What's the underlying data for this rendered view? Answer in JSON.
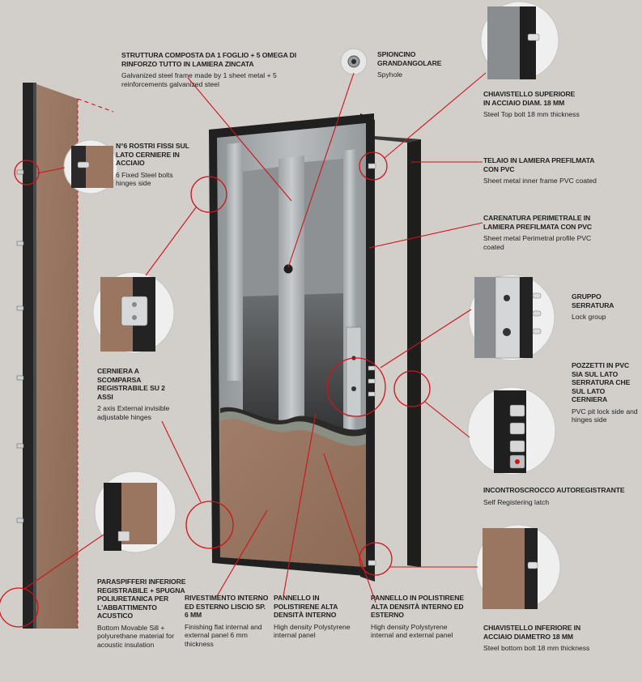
{
  "colors": {
    "background": "#d2cfca",
    "callout_red": "#d0131a",
    "panel_brown": "#9a7560",
    "frame_dark": "#232323",
    "steel": "#a7abad"
  },
  "labels": {
    "struttura": {
      "it": "STRUTTURA COMPOSTA DA 1 FOGLIO + 5 OMEGA DI RINFORZO TUTTO IN LAMIERA ZINCATA",
      "en": "Galvanized steel frame made by 1 sheet metal + 5 reinforcements galvanized steel"
    },
    "spioncino": {
      "it": "SPIONCINO GRANDANGOLARE",
      "en": "Spyhole"
    },
    "chiavistello_sup": {
      "it": "CHIAVISTELLO SUPERIORE IN ACCIAIO DIAM. 18 mm",
      "en": "Steel Top bolt 18 mm thickness"
    },
    "rostri": {
      "it": "N°6 ROSTRI FISSI SUL LATO CERNIERE IN ACCIAIO",
      "en": "6 Fixed Steel bolts hinges side"
    },
    "telaio": {
      "it": "TELAIO IN LAMIERA PREFILMATA CON PVC",
      "en": "Sheet metal inner frame PVC coated"
    },
    "carenatura": {
      "it": "CARENATURA PERIMETRALE IN LAMIERA PREFILMATA CON PVC",
      "en": "Sheet metal Perimetral profile PVC coated"
    },
    "serratura": {
      "it": "GRUPPO SERRATURA",
      "en": "Lock group"
    },
    "cerniera": {
      "it": "CERNIERA A SCOMPARSA REGISTRABILE SU 2 ASSI",
      "en": "2 axis External invisible adjustable hinges"
    },
    "pozzetti": {
      "it": "POZZETTI IN PVC SIA SUL LATO SERRATURA CHE SUL LATO CERNIERA",
      "en": "PVC pit lock side and hinges side"
    },
    "incontroscrocco": {
      "it": "INCONTROSCROCCO AUTOREGISTRANTE",
      "en": "Self Registering latch"
    },
    "paraspifferi": {
      "it": "PARASPIFFERI INFERIORE REGISTRABILE + SPUGNA POLIURETANICA PER L'ABBATTIMENTO ACUSTICO",
      "en": "Bottom Movable Sill + polyurethane material for acoustic insulation"
    },
    "rivestimento": {
      "it": "RIVESTIMENTO INTERNO ED ESTERNO LISCIO SP. 6 mm",
      "en": "Finishing flat internal and external panel 6 mm thickness"
    },
    "pannello_int": {
      "it": "PANNELLO IN POLISTIRENE ALTA DENSITÀ INTERNO",
      "en": "High density Polystyrene internal panel"
    },
    "pannello_ext": {
      "it": "PANNELLO IN POLISTIRENE ALTA DENSITÀ INTERNO ED ESTERNO",
      "en": "High density Polystyrene internal and external panel"
    },
    "chiavistello_inf": {
      "it": "CHIAVISTELLO INFERIORE IN ACCIAIO DIAMETRO 18 mm",
      "en": "Steel bottom bolt 18 mm thickness"
    }
  }
}
